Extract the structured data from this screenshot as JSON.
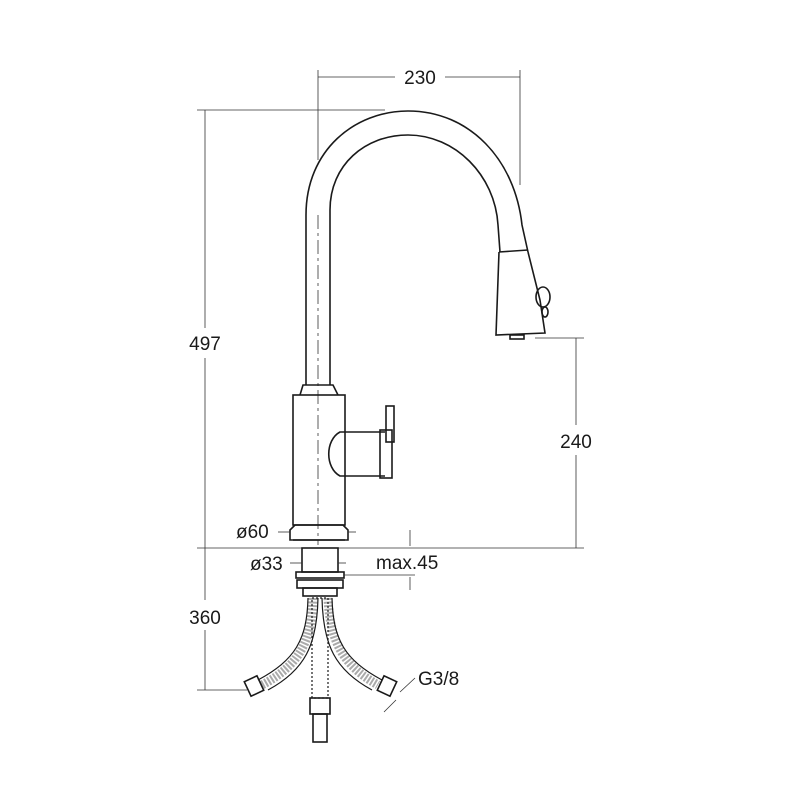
{
  "drawing": {
    "dimensions": {
      "spout_reach": "230",
      "total_height": "497",
      "spout_height": "240",
      "base_diameter": "ø60",
      "shank_diameter": "ø33",
      "max_counter_thickness": "max.45",
      "hose_length": "360",
      "connection_thread": "G3/8"
    }
  }
}
